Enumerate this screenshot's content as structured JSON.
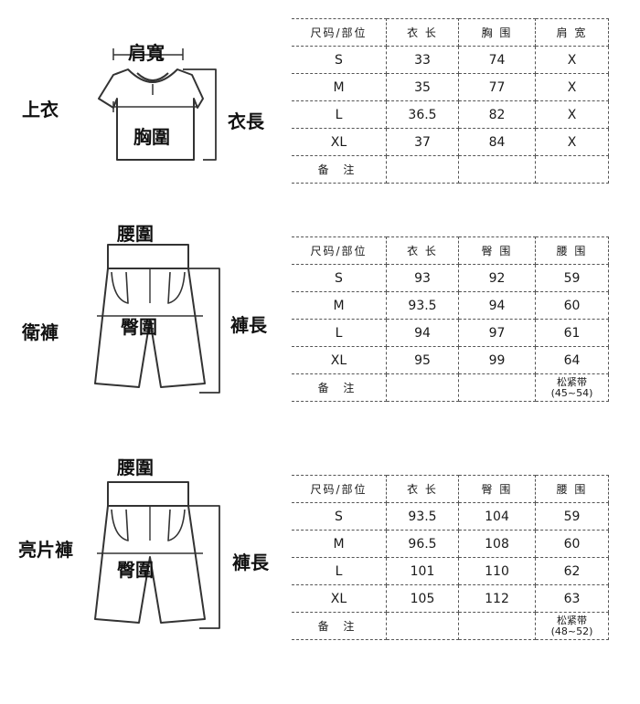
{
  "sections": [
    {
      "category": "上衣",
      "labels": {
        "top": "肩寬",
        "middle": "胸圍",
        "side": "衣長"
      },
      "table": {
        "headers": [
          "尺码/部位",
          "衣 长",
          "胸 围",
          "肩 宽"
        ],
        "rows": [
          [
            "S",
            "33",
            "74",
            "X"
          ],
          [
            "M",
            "35",
            "77",
            "X"
          ],
          [
            "L",
            "36.5",
            "82",
            "X"
          ],
          [
            "XL",
            "37",
            "84",
            "X"
          ]
        ],
        "note_label": "备 注",
        "note_value": ""
      }
    },
    {
      "category": "衛褲",
      "labels": {
        "top": "腰圍",
        "middle": "臀圍",
        "side": "褲長"
      },
      "table": {
        "headers": [
          "尺码/部位",
          "衣 长",
          "臀 围",
          "腰 围"
        ],
        "rows": [
          [
            "S",
            "93",
            "92",
            "59"
          ],
          [
            "M",
            "93.5",
            "94",
            "60"
          ],
          [
            "L",
            "94",
            "97",
            "61"
          ],
          [
            "XL",
            "95",
            "99",
            "64"
          ]
        ],
        "note_label": "备 注",
        "note_value_line1": "松紧带",
        "note_value_line2": "(45~54)"
      }
    },
    {
      "category": "亮片褲",
      "labels": {
        "top": "腰圍",
        "middle": "臀圍",
        "side": "褲長"
      },
      "table": {
        "headers": [
          "尺码/部位",
          "衣 长",
          "臀 围",
          "腰 围"
        ],
        "rows": [
          [
            "S",
            "93.5",
            "104",
            "59"
          ],
          [
            "M",
            "96.5",
            "108",
            "60"
          ],
          [
            "L",
            "101",
            "110",
            "62"
          ],
          [
            "XL",
            "105",
            "112",
            "63"
          ]
        ],
        "note_label": "备 注",
        "note_value_line1": "松紧带",
        "note_value_line2": "(48~52)"
      }
    }
  ]
}
